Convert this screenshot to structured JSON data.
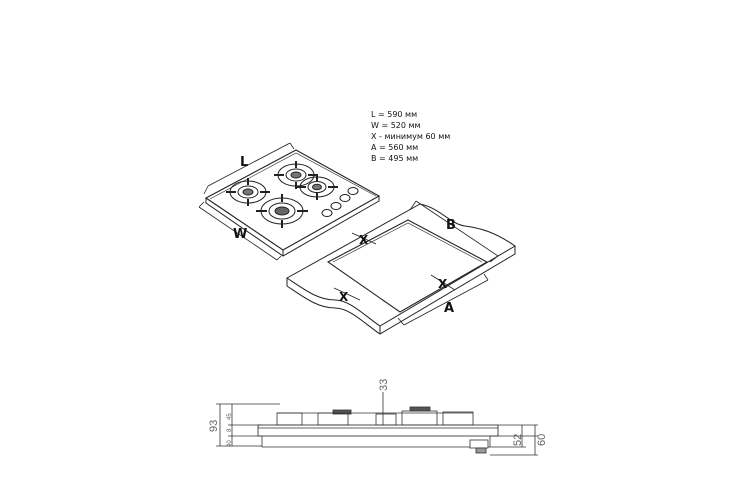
{
  "specs": [
    "L = 590 мм",
    "W = 520 мм",
    "X - минимум 60 мм",
    "A = 560 мм",
    "B = 495 мм"
  ],
  "hob_labels": {
    "length": "L",
    "width": "W"
  },
  "cutout_labels": {
    "x": "X",
    "a": "A",
    "b": "B"
  },
  "side_view_dims": {
    "top": "33",
    "left_total": "93",
    "left_sub_1": "40",
    "left_sub_2": "8",
    "left_sub_3": "45",
    "right_1": "52",
    "right_2": "60"
  },
  "colors": {
    "line": "#222222",
    "dim_text": "#666666",
    "background": "#ffffff"
  },
  "icons": {
    "burner": "burner-icon",
    "knob": "knob-icon"
  }
}
